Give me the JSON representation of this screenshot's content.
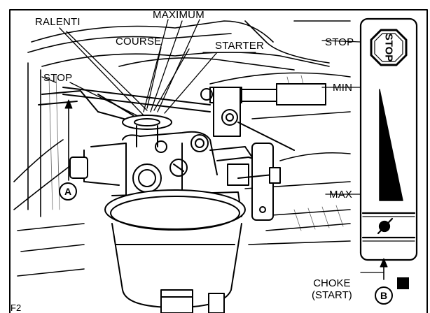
{
  "figure": {
    "id": "F2",
    "labels": {
      "ralenti": "RALENTI",
      "maximum": "MAXIMUM",
      "course": "COURSE",
      "starter": "STARTER",
      "stop_left": "STOP",
      "a": "A",
      "b": "B",
      "stop_right": "STOP",
      "min": "MIN",
      "max": "MAX",
      "choke": "CHOKE",
      "start": "(START)"
    },
    "stop_sign_text": "STOP"
  },
  "colors": {
    "ink": "#000000",
    "paper": "#ffffff"
  },
  "icons": [
    "stop-sign-icon",
    "throttle-wedge-icon",
    "choke-icon"
  ]
}
